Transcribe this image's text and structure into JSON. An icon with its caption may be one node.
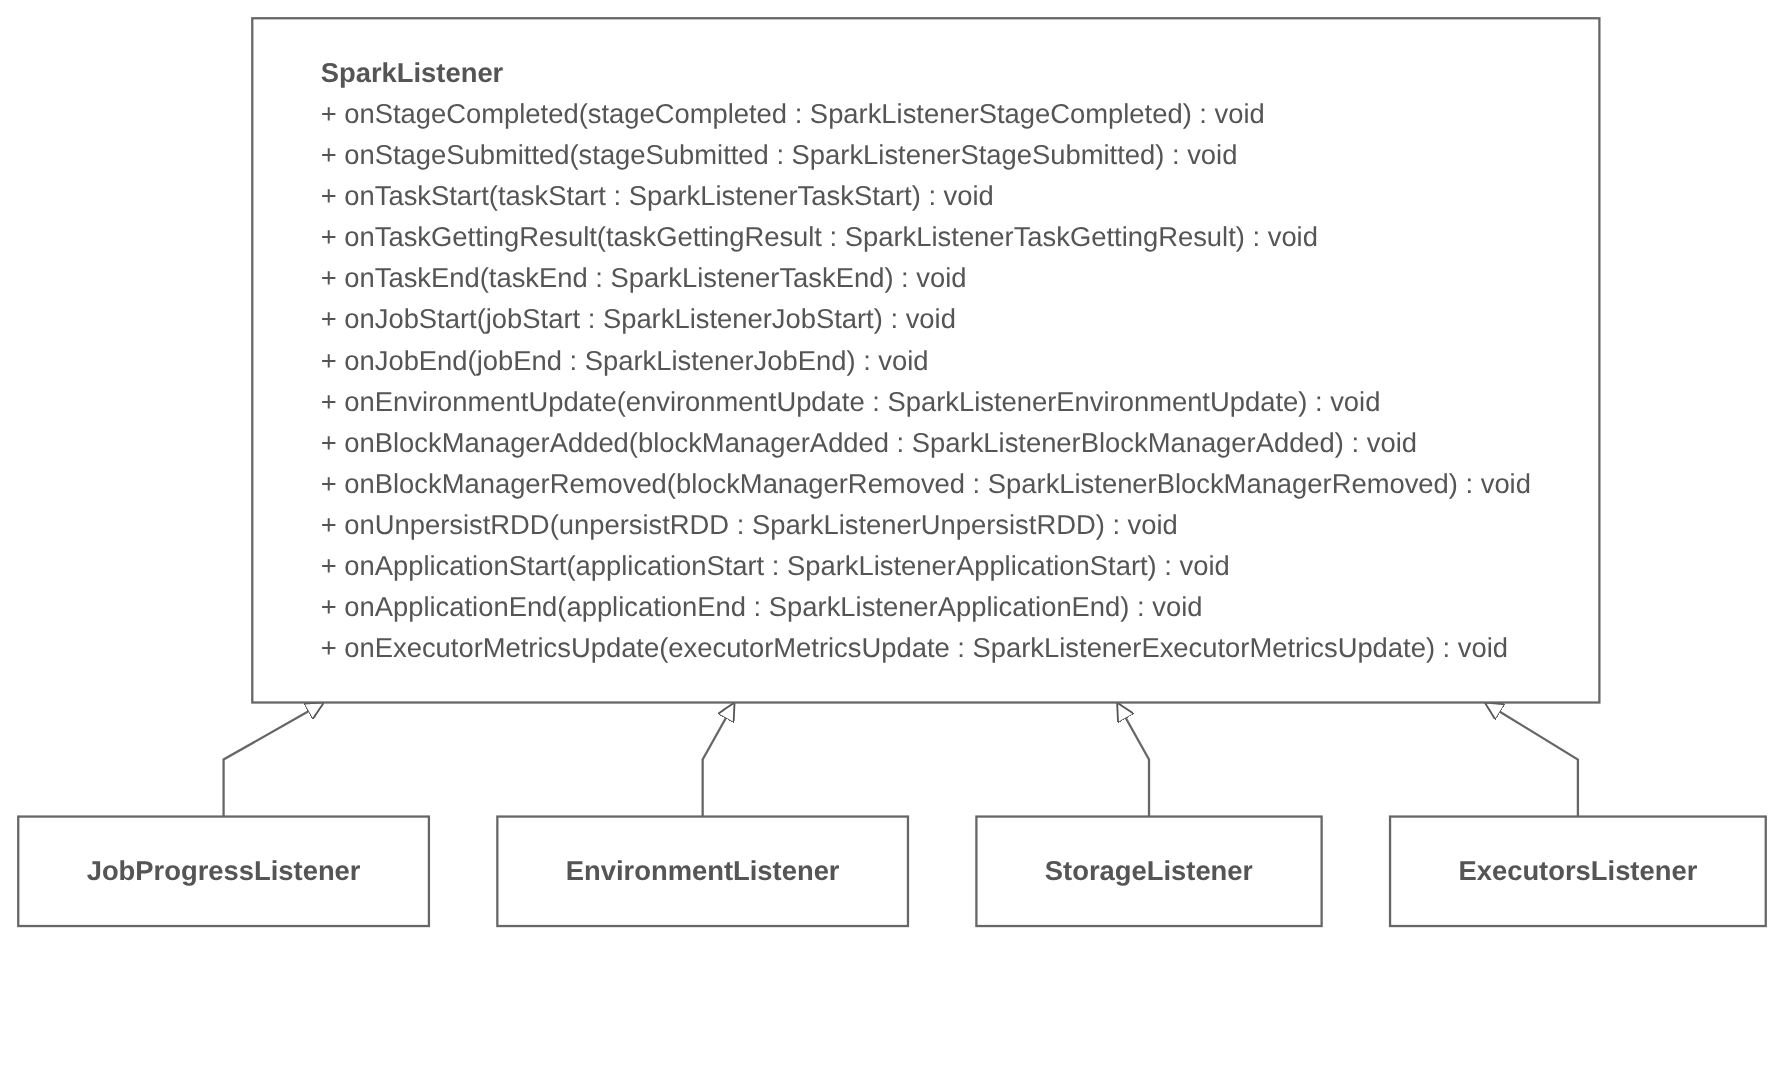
{
  "diagram": {
    "nodes": [
      {
        "text": [
          "SparkListener",
          "+ onStageCompleted(stageCompleted : SparkListenerStageCompleted) : void",
          "+ onStageSubmitted(stageSubmitted : SparkListenerStageSubmitted) : void",
          "+ onTaskStart(taskStart : SparkListenerTaskStart) : void",
          "+ onTaskGettingResult(taskGettingResult : SparkListenerTaskGettingResult) : void",
          "+ onTaskEnd(taskEnd : SparkListenerTaskEnd) : void",
          "+ onJobStart(jobStart : SparkListenerJobStart) : void",
          "+ onJobEnd(jobEnd : SparkListenerJobEnd) : void",
          "+ onEnvironmentUpdate(environmentUpdate : SparkListenerEnvironmentUpdate) : void",
          "+ onBlockManagerAdded(blockManagerAdded : SparkListenerBlockManagerAdded) : void",
          "+ onBlockManagerRemoved(blockManagerRemoved : SparkListenerBlockManagerRemoved) : void",
          "+ onUnpersistRDD(unpersistRDD : SparkListenerUnpersistRDD) : void",
          "+ onApplicationStart(applicationStart : SparkListenerApplicationStart) : void",
          "+ onApplicationEnd(applicationEnd : SparkListenerApplicationEnd) : void",
          "+ onExecutorMetricsUpdate(executorMetricsUpdate : SparkListenerExecutorMetricsUpdate) : void"
        ]
      },
      {
        "text": [
          "JobProgressListener"
        ]
      },
      {
        "text": [
          "EnvironmentListener"
        ]
      },
      {
        "text": [
          "StorageListener"
        ]
      },
      {
        "text": [
          "ExecutorsListener"
        ]
      }
    ],
    "edges": [
      {
        "from": 1,
        "to": 0,
        "arrow": "to"
      },
      {
        "from": 2,
        "to": 0,
        "arrow": "to"
      },
      {
        "from": 3,
        "to": 0,
        "arrow": "to"
      },
      {
        "from": 4,
        "to": 0,
        "arrow": "to"
      }
    ]
  }
}
